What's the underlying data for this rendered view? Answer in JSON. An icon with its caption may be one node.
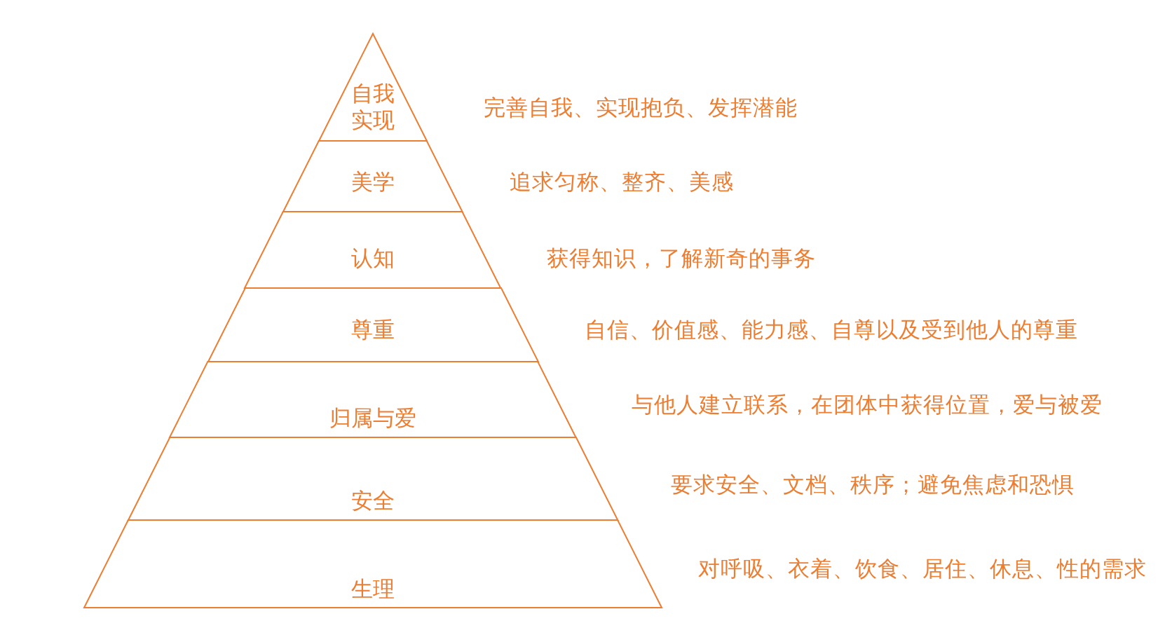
{
  "diagram": {
    "nodes": [
      {
        "text": [
          "自我实现"
        ]
      },
      {
        "text": [
          "美学"
        ]
      },
      {
        "text": [
          "认知"
        ]
      },
      {
        "text": [
          "尊重"
        ]
      },
      {
        "text": [
          "归属与爱"
        ]
      },
      {
        "text": [
          "安全"
        ]
      },
      {
        "text": [
          "生理"
        ]
      }
    ],
    "labels": [
      "完善自我、实现抱负、发挥潜能",
      "追求匀称、整齐、美感",
      "获得知识，了解新奇的事务",
      "自信、价值感、能力感、自尊以及受到他人的尊重",
      "与他人建立联系，在团体中获得位置，爱与被爱",
      "要求安全、文档、秩序；避免焦虑和恐惧",
      "对呼吸、衣着、饮食、居住、休息、性的需求"
    ]
  }
}
